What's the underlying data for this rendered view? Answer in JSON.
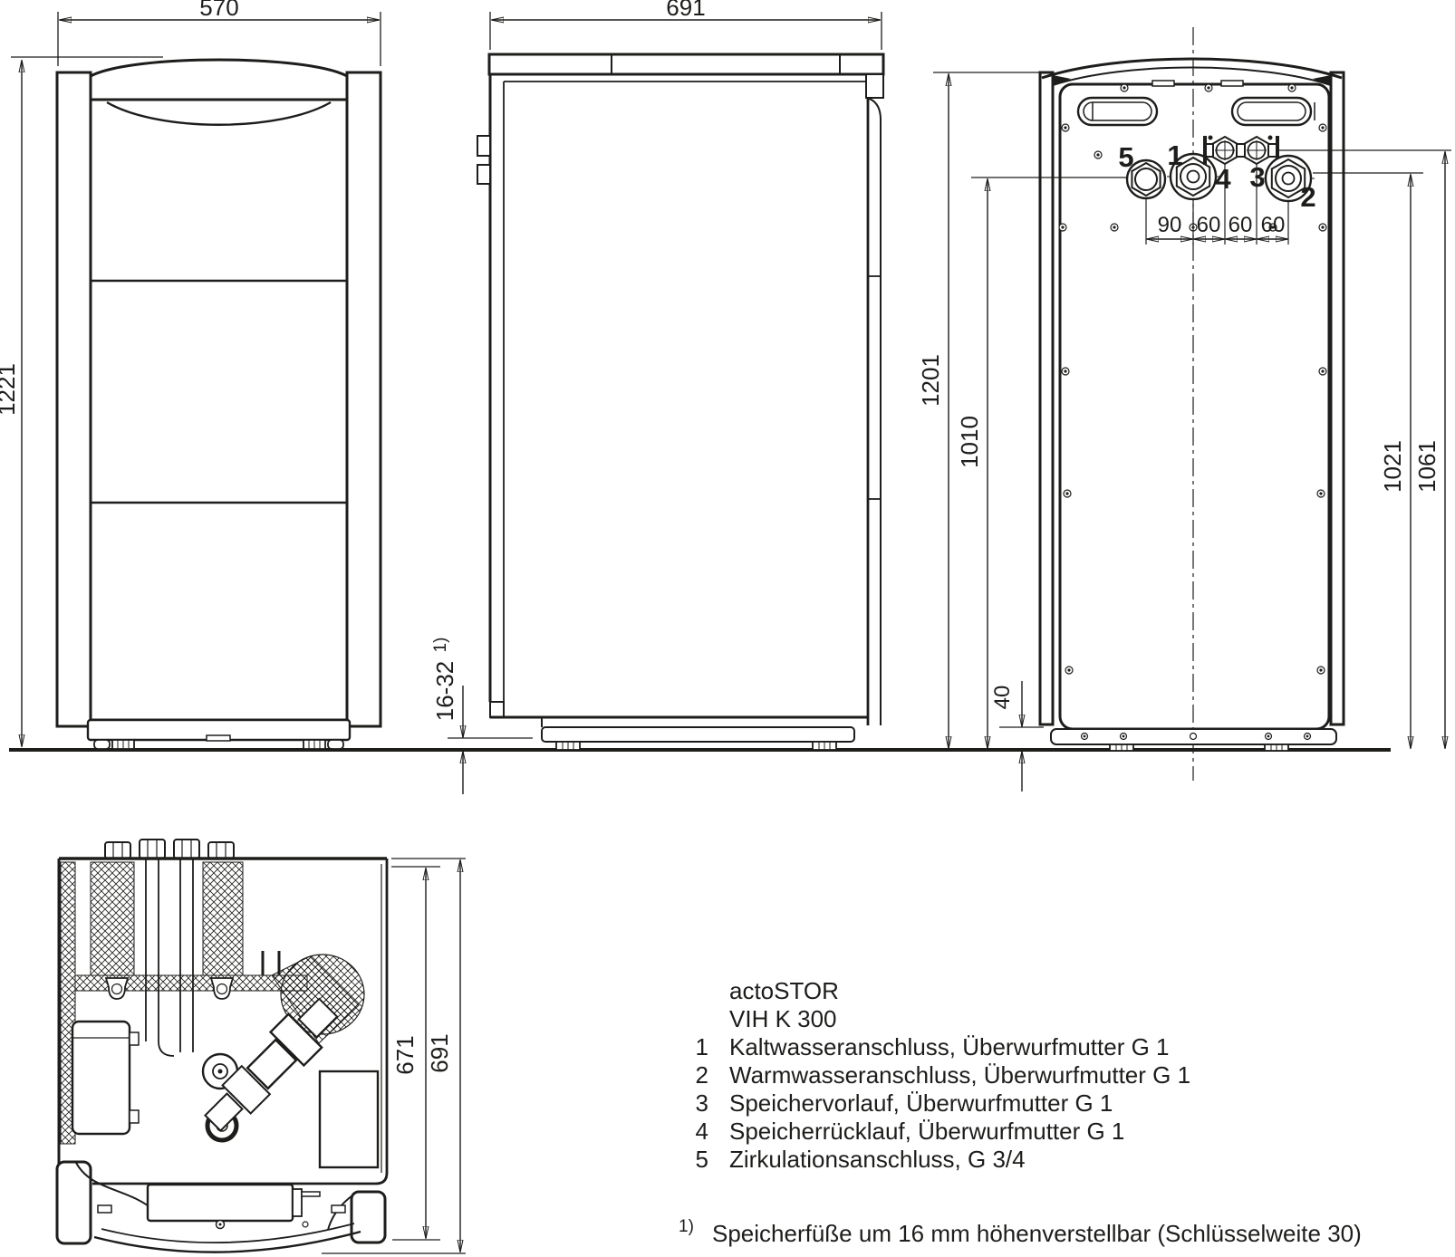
{
  "legend": {
    "title1": "actoSTOR",
    "title2": "VIH K 300",
    "items": [
      {
        "num": "1",
        "text": "Kaltwasseranschluss, Überwurfmutter G 1"
      },
      {
        "num": "2",
        "text": "Warmwasseranschluss, Überwurfmutter G 1"
      },
      {
        "num": "3",
        "text": "Speichervorlauf, Überwurfmutter G 1"
      },
      {
        "num": "4",
        "text": "Speicherrücklauf, Überwurfmutter G 1"
      },
      {
        "num": "5",
        "text": "Zirkulationsanschluss, G 3/4"
      }
    ],
    "footnote_marker": "1)",
    "footnote_text": "Speicherfüße um 16 mm höhenverstellbar (Schlüsselweite 30)"
  },
  "dimensions": {
    "front_width": "570",
    "front_height": "1221",
    "side_depth": "691",
    "foot_adjust_range": "16-32",
    "foot_adjust_ref": "1)",
    "rear_total_height": "1201",
    "height_connection_left": "1010",
    "height_connection_right": "1021",
    "height_connection_outer": "1061",
    "base_clearance": "40",
    "port_spacing": [
      "90",
      "60",
      "60",
      "60"
    ],
    "top_inner_depth": "671",
    "top_outer_depth": "691"
  },
  "port_labels": {
    "p1": "1",
    "p2": "2",
    "p3": "3",
    "p4": "4",
    "p5": "5"
  },
  "colors": {
    "line": "#1d1d1b",
    "hatch": "#9a9a9a",
    "background": "#ffffff"
  }
}
